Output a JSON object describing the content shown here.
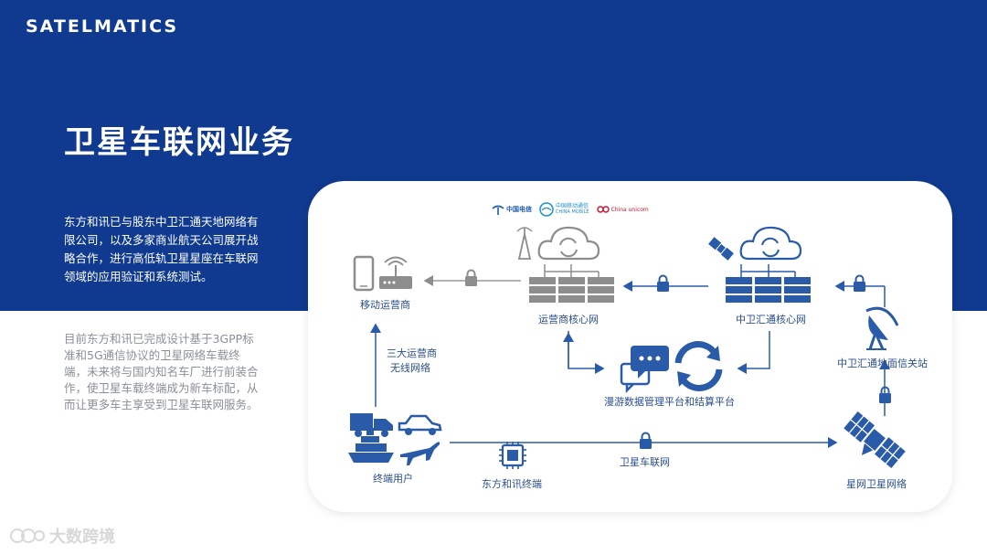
{
  "header": {
    "logo": "SATELMATICS"
  },
  "hero": {
    "title": "卫星车联网业务",
    "paragraph1": "东方和讯已与股东中卫汇通天地网络有限公司，以及多家商业航天公司展开战略合作，进行高低轨卫星星座在车联网领域的应用验证和系统测试。",
    "paragraph2": "目前东方和讯已完成设计基于3GPP标准和5G通信协议的卫星网络车载终端，未来将与国内知名车厂进行前装合作，使卫星车载终端成为新车标配，从而让更多车主享受到卫星车联网服务。"
  },
  "brands": {
    "telecom": "中国电信",
    "mobile": "中国移动通信",
    "mobile_en": "CHINA MOBILE",
    "unicom": "China unicom"
  },
  "diagram": {
    "mobile_operator": "移动运营商",
    "operator_core": "运营商核心网",
    "zhongwei_core": "中卫汇通核心网",
    "ground_station": "中卫汇通地面信关站",
    "roaming_platform": "漫游数据管理平台和结算平台",
    "three_operators_line1": "三大运营商",
    "three_operators_line2": "无线网络",
    "terminal_users": "终端用户",
    "dfhx_terminal": "东方和讯终端",
    "satellite_iov": "卫星车联网",
    "star_network": "星网卫星网络"
  },
  "watermark": {
    "text": "大数跨境"
  },
  "colors": {
    "primary": "#0f3a8f",
    "icon_blue": "#2a5ba8",
    "icon_gray": "#8d8d8d",
    "line_gray": "#9a9a9a"
  }
}
